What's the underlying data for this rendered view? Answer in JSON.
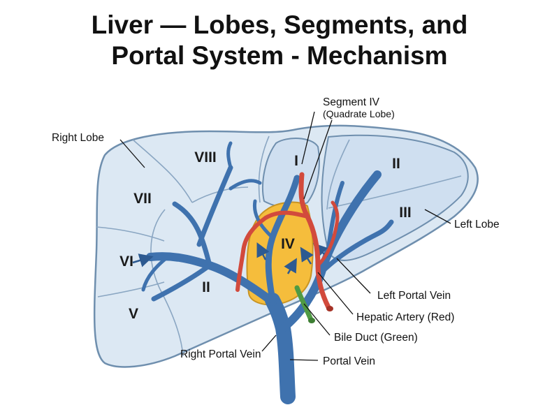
{
  "title": {
    "line1": "Liver — Lobes, Segments, and",
    "line2": "Portal System - Mechanism"
  },
  "segments": {
    "I": "I",
    "II_left": "II",
    "III": "III",
    "IV": "IV",
    "V": "V",
    "VI": "VI",
    "VII": "VII",
    "VIII": "VIII",
    "II_right": "II"
  },
  "labels": {
    "right_lobe": "Right Lobe",
    "left_lobe": "Left Lobe",
    "segment_iv": "Segment IV",
    "quadrate_lobe": "(Quadrate Lobe)",
    "left_portal_vein": "Left Portal Vein",
    "hepatic_artery": "Hepatic Artery (Red)",
    "bile_duct": "Bile Duct (Green)",
    "right_portal_vein": "Right Portal Vein",
    "portal_vein": "Portal Vein"
  },
  "colors": {
    "liver_fill": "#dce8f3",
    "liver_stroke": "#6f8fae",
    "portal_vein": "#3f72ae",
    "hepatic_artery": "#d24a3c",
    "bile_duct": "#4f9a44",
    "quadrate": "#f5bd3c"
  }
}
